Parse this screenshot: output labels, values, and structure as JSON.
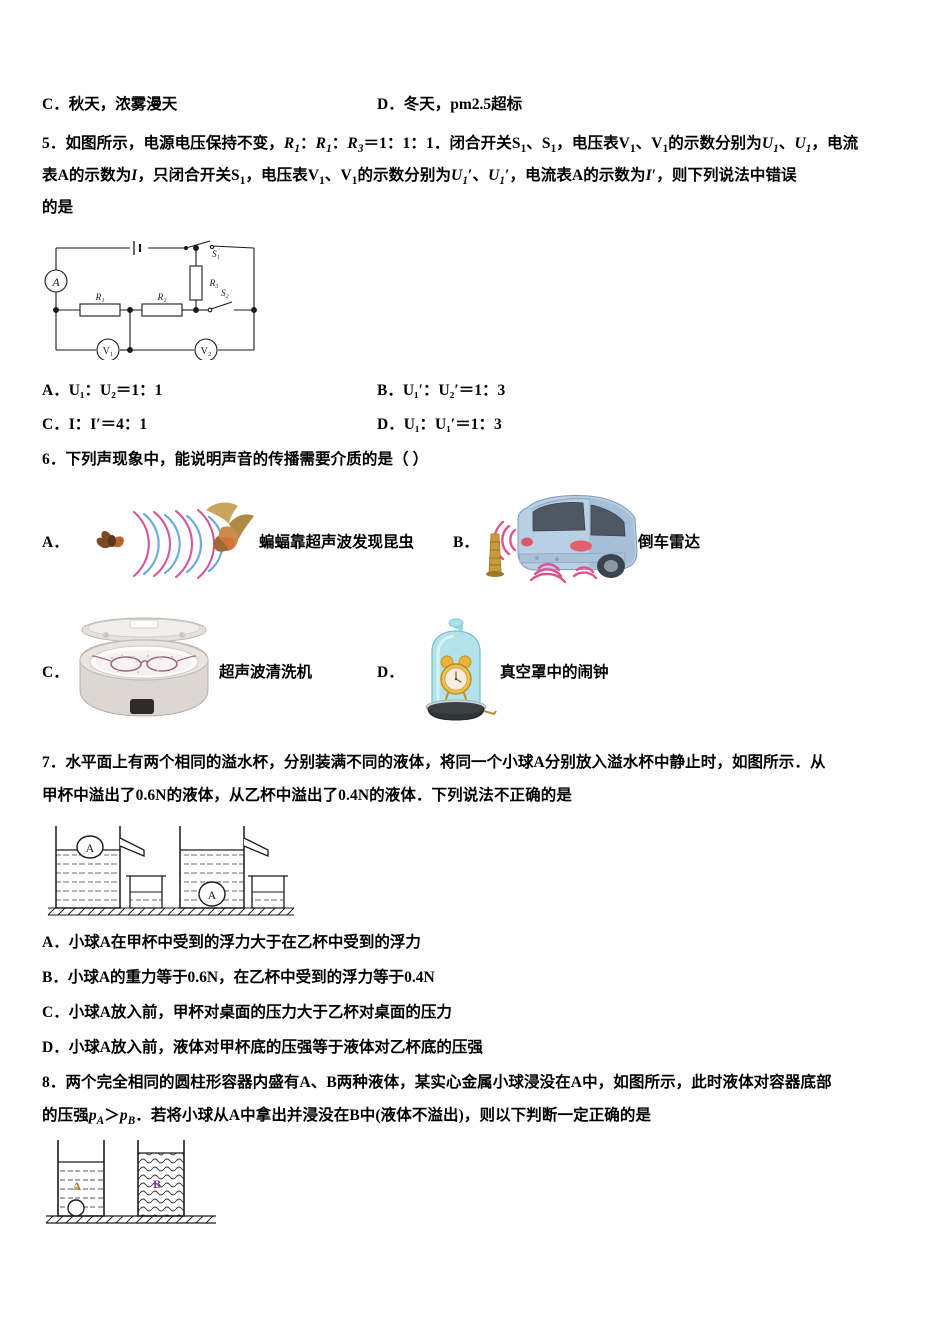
{
  "document": {
    "type": "physics-exam-paper",
    "language": "zh-CN"
  },
  "q4_options": {
    "c": "C．秋天，浓雾漫天",
    "d": "D．冬天，pm2.5超标"
  },
  "q5": {
    "stem_line1_a": "5．如图所示，电源电压保持不变，",
    "stem_line1_b": "：",
    "stem_line1_c": "：",
    "stem_line1_d": "＝1：1：1．闭合开关S",
    "stem_line1_e": "、S",
    "stem_line1_f": "，电压表V",
    "stem_line1_g": "、V",
    "stem_line1_h": "的示数分别为",
    "stem_line1_i": "、",
    "stem_line1_j": "，电流",
    "stem_line2_a": "表A的示数为",
    "stem_line2_b": "，只闭合开关S",
    "stem_line2_c": "，电压表V",
    "stem_line2_d": "、V",
    "stem_line2_e": "的示数分别为",
    "stem_line2_f": "′、",
    "stem_line2_g": "′，电流表A的示数为",
    "stem_line2_h": "′，则下列说法中错误",
    "stem_line3": "的是",
    "sym_R": "R",
    "sym_U": "U",
    "sym_I": "I",
    "sub_1": "1",
    "sub_2": "2",
    "sub_3": "3",
    "circuit": {
      "ammeter": "A",
      "resistor1": "R",
      "resistor1_sub": "1",
      "resistor2": "R",
      "resistor2_sub": "2",
      "resistor3": "R",
      "resistor3_sub": "3",
      "switch1": "S",
      "switch1_sub": "1",
      "switch2": "S",
      "switch2_sub": "2",
      "voltmeter1": "V",
      "voltmeter1_sub": "1",
      "voltmeter2": "V",
      "voltmeter2_sub": "2"
    },
    "options": {
      "a": "A．U₁：U₂＝1：1",
      "b": "B．U₁′：U₂′＝1：3",
      "c": "C．I：I′＝4：1",
      "d": "D．U₁：U₁′＝1：3"
    }
  },
  "q6": {
    "stem": "6．下列声现象中，能说明声音的传播需要介质的是（ ）",
    "options": [
      {
        "letter": "A．",
        "caption": "蝙蝠靠超声波发现昆虫",
        "image": "bat-ultrasound"
      },
      {
        "letter": "B．",
        "caption": "倒车雷达",
        "image": "car-reverse-radar"
      },
      {
        "letter": "C．",
        "caption": "超声波清洗机",
        "image": "ultrasonic-cleaner"
      },
      {
        "letter": "D．",
        "caption": "真空罩中的闹钟",
        "image": "bell-jar-alarm-clock"
      }
    ]
  },
  "q7": {
    "stem_line1": "7．水平面上有两个相同的溢水杯，分别装满不同的液体，将同一个小球A分别放入溢水杯中静止时，如图所示．从",
    "stem_line2": "甲杯中溢出了0.6N的液体，从乙杯中溢出了0.4N的液体．下列说法不正确的是",
    "figure": {
      "ball_label": "A"
    },
    "options": [
      "A．小球A在甲杯中受到的浮力大于在乙杯中受到的浮力",
      "B．小球A的重力等于0.6N，在乙杯中受到的浮力等于0.4N",
      "C．小球A放入前，甲杯对桌面的压力大于乙杯对桌面的压力",
      "D．小球A放入前，液体对甲杯底的压强等于液体对乙杯底的压强"
    ]
  },
  "q8": {
    "stem_line1": "8．两个完全相同的圆柱形容器内盛有A、B两种液体，某实心金属小球浸没在A中，如图所示，此时液体对容器底部",
    "stem_line2_a": "的压强",
    "stem_line2_p": "p",
    "stem_line2_subA": "A",
    "stem_line2_gt": "＞",
    "stem_line2_subB": "B",
    "stem_line2_b": "．若将小球从A中拿出并浸没在B中(液体不溢出)，则以下判断一定正确的是",
    "figure": {
      "container_a_label": "A",
      "container_b_label": "B"
    }
  },
  "colors": {
    "text": "#000000",
    "page_bg": "#ffffff",
    "car_body": "#b9cfe4",
    "car_body_dark": "#9ab6d2",
    "car_glass": "#5a6370",
    "radar_pink": "#e0508f",
    "radar_blue": "#5aa0d8",
    "bell_jar": "#8fd6e0",
    "clock_gold": "#e8b53a",
    "cleaner_body": "#ddd6d3",
    "cleaner_inner": "#efe9e7",
    "bat_brown": "#8a5a2b",
    "cone_gold": "#c89a3c",
    "label_a": "#c07830",
    "label_b": "#7a3fa0"
  }
}
